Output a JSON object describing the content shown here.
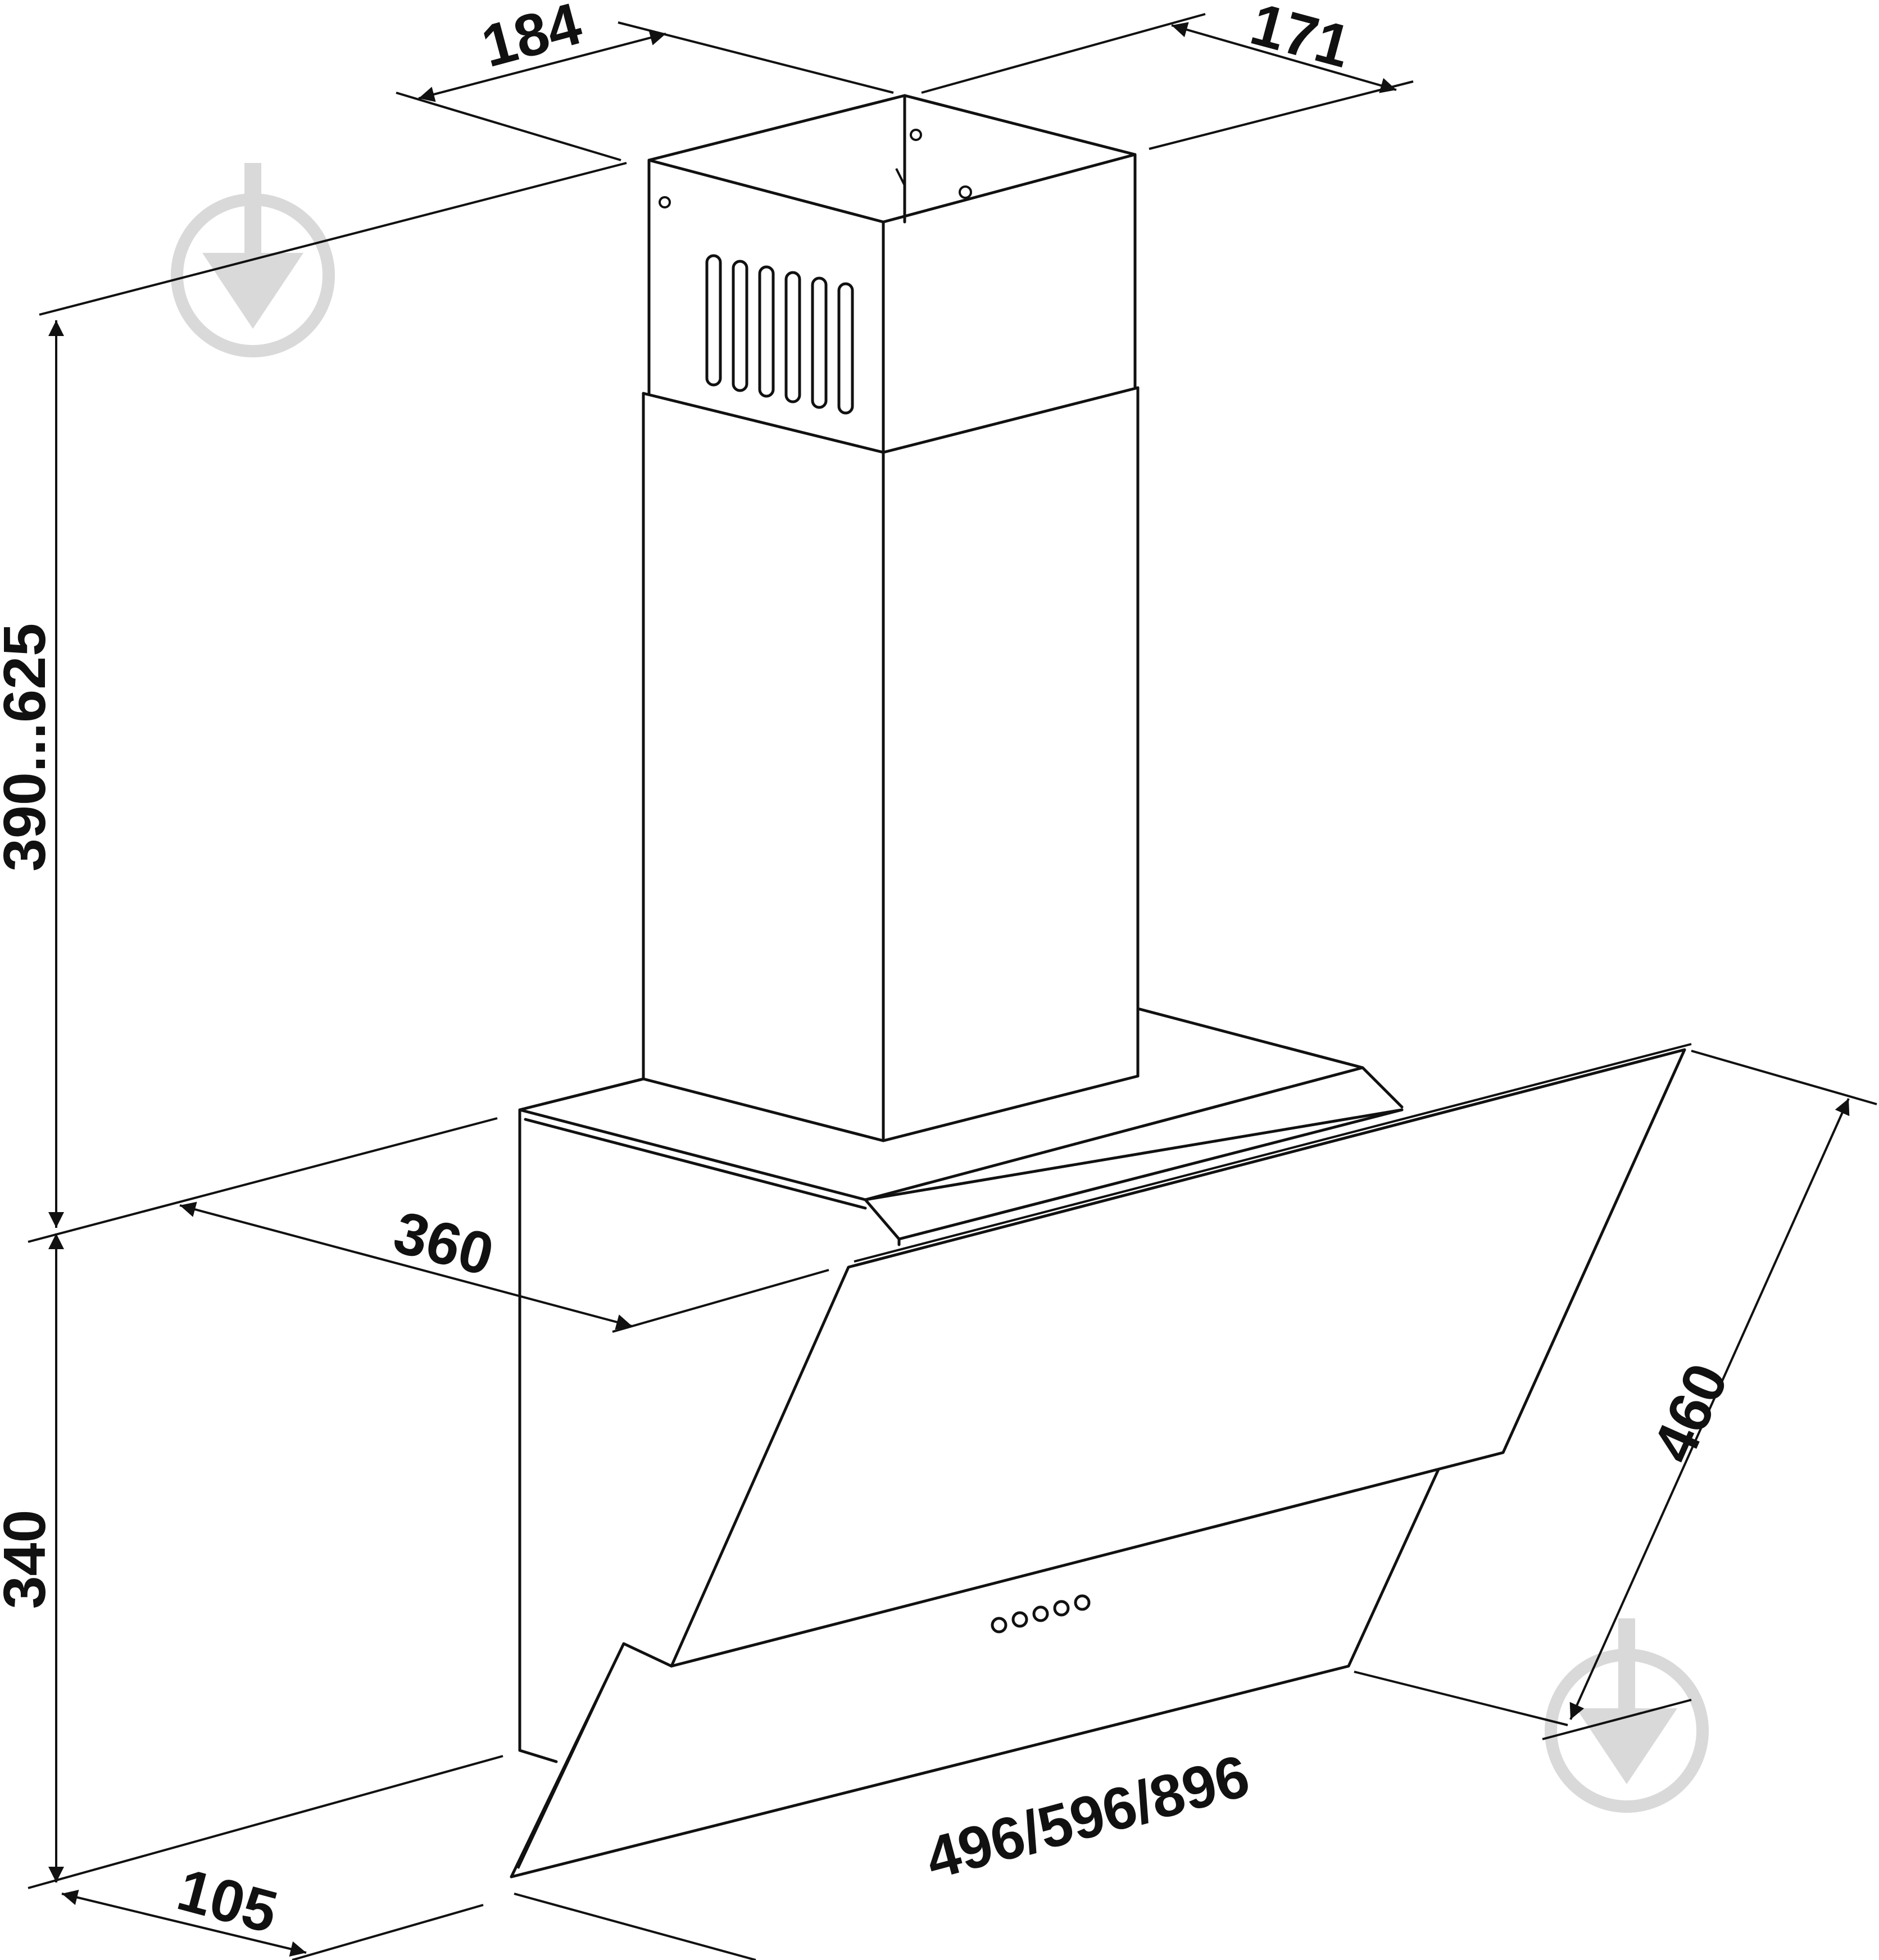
{
  "colors": {
    "line": "#111111",
    "watermark": "#d9d9d9",
    "background": "#ffffff"
  },
  "dimensions": {
    "chimney_depth": "184",
    "chimney_width": "171",
    "chimney_height": "390...625",
    "hood_depth": "360",
    "hood_height": "340",
    "wall_offset": "105",
    "width_options": "496/596/896",
    "glass_diagonal": "460"
  },
  "watermark": {
    "icon": "download-arrow-icon"
  }
}
